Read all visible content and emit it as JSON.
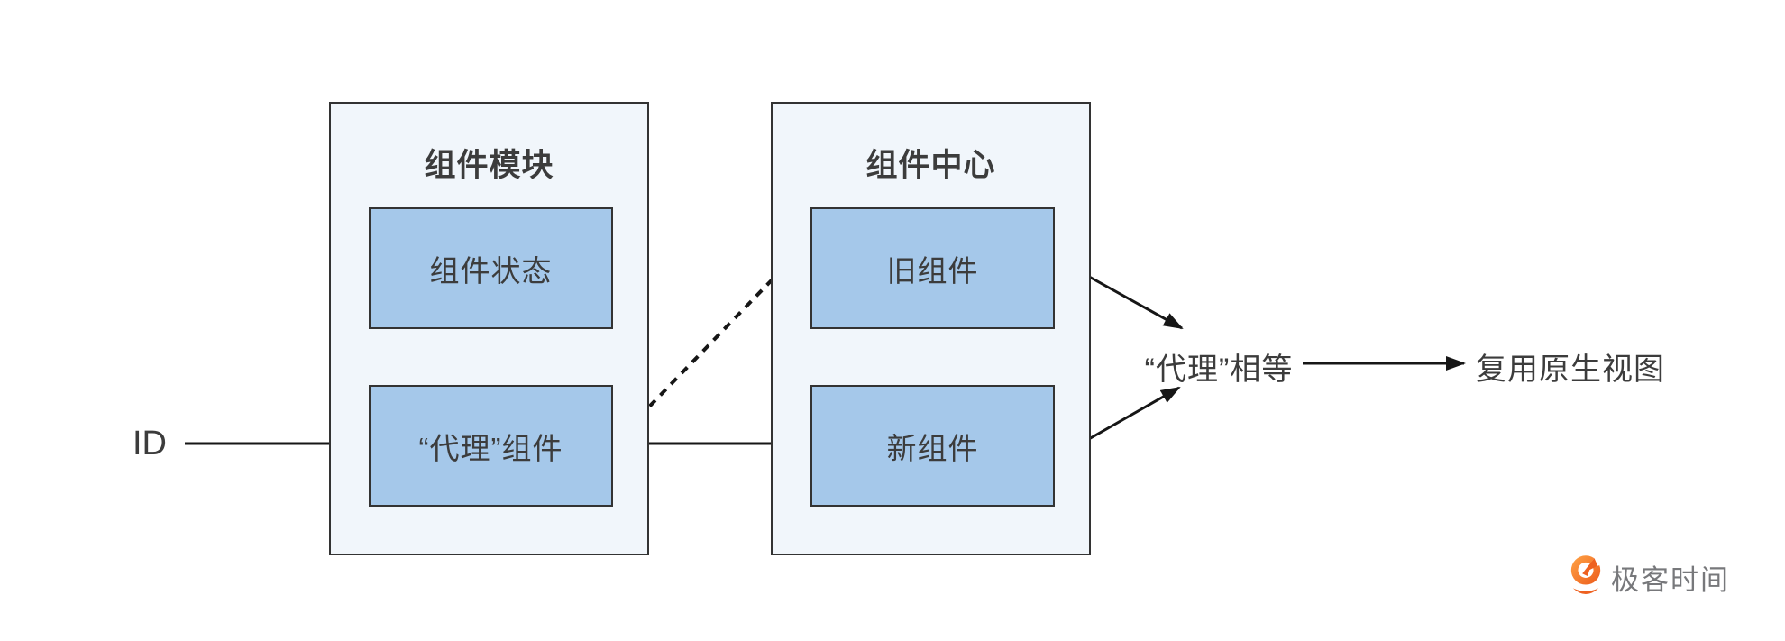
{
  "colors": {
    "canvas-bg": "#ffffff",
    "group-fill": "#f1f6fb",
    "group-border": "#333333",
    "node-fill": "#a5c8ea",
    "node-border": "#333333",
    "text": "#3c3c3c",
    "arrow": "#161616",
    "brand-orange": "#ee6120",
    "brand-text": "#77787b"
  },
  "diagram": {
    "input_label": "ID",
    "groups": [
      {
        "title": "组件模块",
        "boxes": [
          "组件状态",
          "“代理”组件"
        ]
      },
      {
        "title": "组件中心",
        "boxes": [
          "旧组件",
          "新组件"
        ]
      }
    ],
    "result_label": "“代理”相等",
    "outcome_label": "复用原生视图",
    "connections": [
      {
        "from": "ID",
        "to": "“代理”组件",
        "style": "solid"
      },
      {
        "from": "“代理”组件",
        "to": "旧组件",
        "style": "dashed"
      },
      {
        "from": "“代理”组件",
        "to": "新组件",
        "style": "solid"
      },
      {
        "from": "旧组件",
        "to": "“代理”相等",
        "style": "solid"
      },
      {
        "from": "新组件",
        "to": "“代理”相等",
        "style": "solid"
      },
      {
        "from": "“代理”相等",
        "to": "复用原生视图",
        "style": "solid"
      }
    ]
  },
  "branding": {
    "logo_text": "极客时间",
    "logo_icon": "geektime-pin-icon"
  }
}
